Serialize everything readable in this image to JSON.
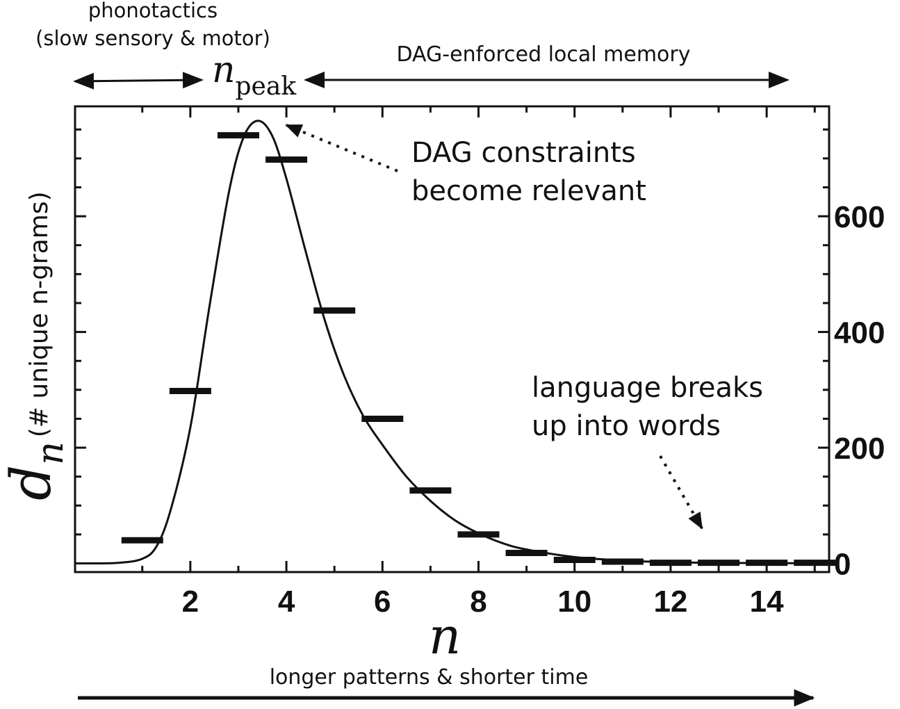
{
  "chart_data": {
    "type": "line",
    "xlabel": "n",
    "ylabel_symbol": "d",
    "ylabel_subscript": "n",
    "ylabel_note": "(# unique n-grams)",
    "x_ticks": [
      "2",
      "4",
      "6",
      "8",
      "10",
      "12",
      "14"
    ],
    "x_tick_values": [
      2,
      4,
      6,
      8,
      10,
      12,
      14
    ],
    "y_ticks": [
      "0",
      "200",
      "400",
      "600"
    ],
    "y_tick_values": [
      0,
      200,
      400,
      600
    ],
    "y_axis_side": "right",
    "xlim": [
      -0.4,
      15.3
    ],
    "ylim": [
      -15,
      790
    ],
    "grid": false,
    "bars": {
      "x": [
        1,
        2,
        3,
        4,
        5,
        6,
        7,
        8,
        9,
        10,
        11,
        12,
        13,
        14,
        15
      ],
      "values": [
        40,
        298,
        740,
        698,
        437,
        250,
        126,
        50,
        18,
        6,
        3,
        1,
        1,
        1,
        1
      ]
    },
    "fit_curve": {
      "x": [
        -0.2,
        0.5,
        1.0,
        1.3,
        1.6,
        2.0,
        2.4,
        2.8,
        3.1,
        3.4,
        3.7,
        4.0,
        4.4,
        4.8,
        5.2,
        5.6,
        6.0,
        6.5,
        7.0,
        7.5,
        8.0,
        8.5,
        9.0,
        10.0,
        11.0,
        12.0,
        13.0,
        14.0,
        15.0
      ],
      "values": [
        0,
        1,
        8,
        30,
        95,
        235,
        445,
        640,
        735,
        765,
        740,
        665,
        540,
        420,
        325,
        255,
        205,
        150,
        108,
        75,
        52,
        35,
        24,
        11,
        5,
        2,
        1,
        0.5,
        0.2
      ]
    },
    "annotations": {
      "peak_label": "n",
      "peak_label_sub": "peak",
      "left_region": "phonotactics",
      "left_region_sub": "(slow sensory & motor)",
      "right_region": "DAG-enforced local memory",
      "dag_note_line1": "DAG constraints",
      "dag_note_line2": "become relevant",
      "words_note_line1": "language breaks",
      "words_note_line2": "up into words",
      "bottom_arrow_label": "longer patterns & shorter time"
    }
  }
}
